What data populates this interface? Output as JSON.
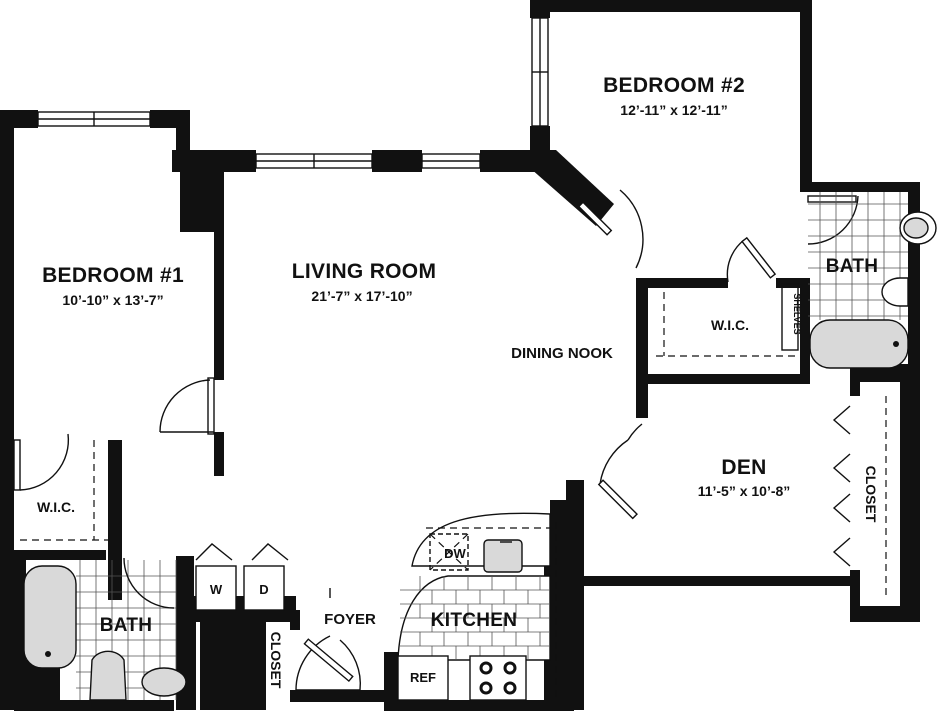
{
  "rooms": {
    "bedroom1": {
      "name": "BEDROOM #1",
      "dims": "10’-10” x 13’-7”"
    },
    "living": {
      "name": "LIVING ROOM",
      "dims": "21’-7” x 17’-10”"
    },
    "bedroom2": {
      "name": "BEDROOM #2",
      "dims": "12’-11” x 12’-11”"
    },
    "den": {
      "name": "DEN",
      "dims": "11’-5” x 10’-8”"
    }
  },
  "labels": {
    "dining_nook": "DINING NOOK",
    "wic_left": "W.I.C.",
    "wic_right": "W.I.C.",
    "shelves": "SHELVES",
    "bath_left": "BATH",
    "bath_right": "BATH",
    "closet_den": "CLOSET",
    "closet_foyer": "CLOSET",
    "foyer": "FOYER",
    "kitchen": "KITCHEN",
    "washer": "W",
    "dryer": "D",
    "dishwasher": "DW",
    "refrigerator": "REF"
  }
}
